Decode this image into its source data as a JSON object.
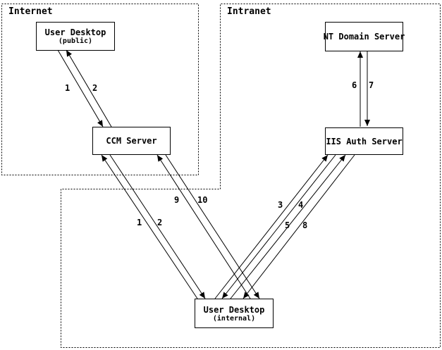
{
  "zones": {
    "internet": {
      "label": "Internet"
    },
    "intranet": {
      "label": "Intranet"
    }
  },
  "nodes": {
    "user_desktop_public": {
      "title": "User Desktop",
      "subtitle": "(public)"
    },
    "ccm_server": {
      "title": "CCM Server"
    },
    "nt_domain_server": {
      "title": "NT Domain Server"
    },
    "iis_auth_server": {
      "title": "IIS Auth Server"
    },
    "user_desktop_internal": {
      "title": "User Desktop",
      "subtitle": "(internal)"
    }
  },
  "arrows": {
    "a1_public": {
      "label": "1",
      "from": "User Desktop (public)",
      "to": "CCM Server"
    },
    "a2_public": {
      "label": "2",
      "from": "CCM Server",
      "to": "User Desktop (public)"
    },
    "a1_internal": {
      "label": "1",
      "from": "User Desktop (internal)",
      "to": "CCM Server"
    },
    "a2_internal": {
      "label": "2",
      "from": "CCM Server",
      "to": "User Desktop (internal)"
    },
    "a3": {
      "label": "3",
      "from": "User Desktop (internal)",
      "to": "IIS Auth Server"
    },
    "a4": {
      "label": "4",
      "from": "IIS Auth Server",
      "to": "User Desktop (internal)"
    },
    "a5": {
      "label": "5",
      "from": "User Desktop (internal)",
      "to": "IIS Auth Server"
    },
    "a6": {
      "label": "6",
      "from": "IIS Auth Server",
      "to": "NT Domain Server"
    },
    "a7": {
      "label": "7",
      "from": "NT Domain Server",
      "to": "IIS Auth Server"
    },
    "a8": {
      "label": "8",
      "from": "IIS Auth Server",
      "to": "User Desktop (internal)"
    },
    "a9": {
      "label": "9",
      "from": "User Desktop (internal)",
      "to": "CCM Server"
    },
    "a10": {
      "label": "10",
      "from": "CCM Server",
      "to": "User Desktop (internal)"
    }
  },
  "colors": {
    "line": "#000000",
    "background": "#ffffff"
  }
}
